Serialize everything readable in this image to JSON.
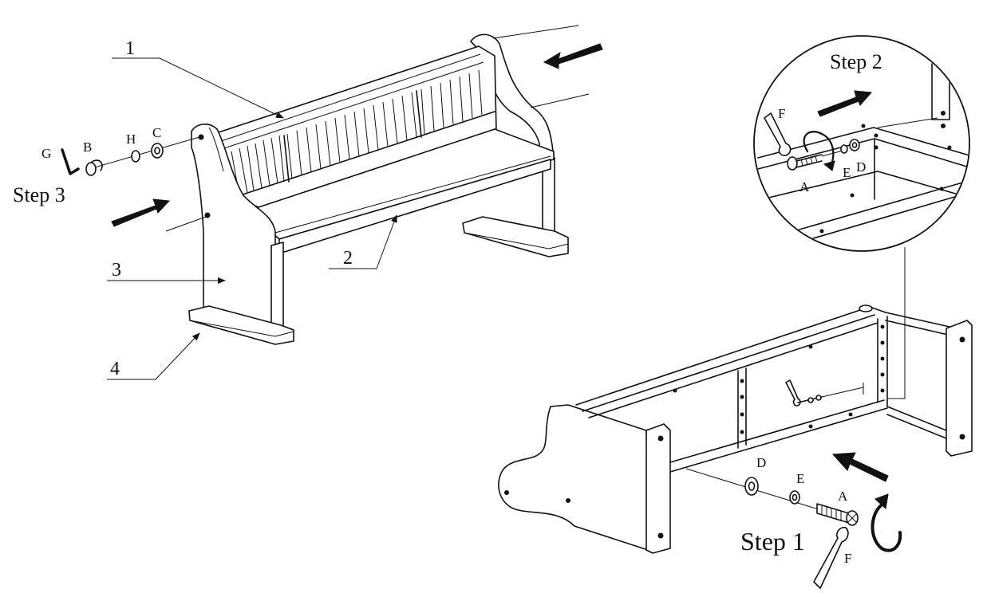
{
  "callouts": {
    "seat_back": "1",
    "front_rail": "2",
    "side_panel": "3",
    "base_foot": "4"
  },
  "steps": {
    "step1": "Step 1",
    "step2": "Step 2",
    "step3": "Step 3"
  },
  "parts": {
    "A": "A",
    "B": "B",
    "C": "C",
    "D": "D",
    "E": "E",
    "F": "F",
    "G": "G",
    "H": "H"
  }
}
